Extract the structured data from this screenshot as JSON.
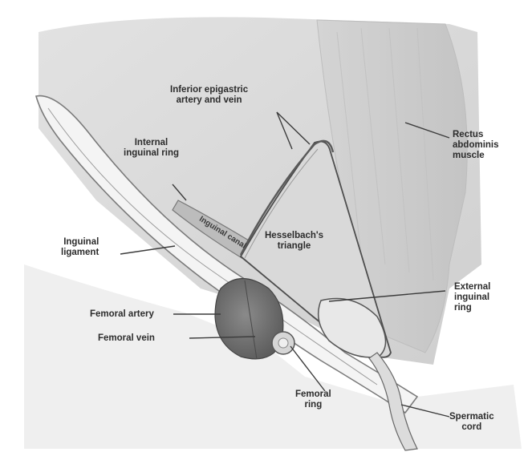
{
  "labels": {
    "inferior_epigastric": [
      "Inferior epigastric",
      "artery and vein"
    ],
    "rectus_abdominis": [
      "Rectus",
      "abdominis",
      "muscle"
    ],
    "internal_inguinal_ring": [
      "Internal",
      "inguinal ring"
    ],
    "inguinal_ligament": [
      "Inguinal",
      "ligament"
    ],
    "hesselbachs_triangle": [
      "Hesselbach's",
      "triangle"
    ],
    "inguinal_canal": "Inguinal canal",
    "external_inguinal_ring": [
      "External",
      "inguinal",
      "ring"
    ],
    "femoral_artery": "Femoral artery",
    "femoral_vein": "Femoral vein",
    "femoral_ring": [
      "Femoral",
      "ring"
    ],
    "spermatic_cord": [
      "Spermatic",
      "cord"
    ]
  }
}
